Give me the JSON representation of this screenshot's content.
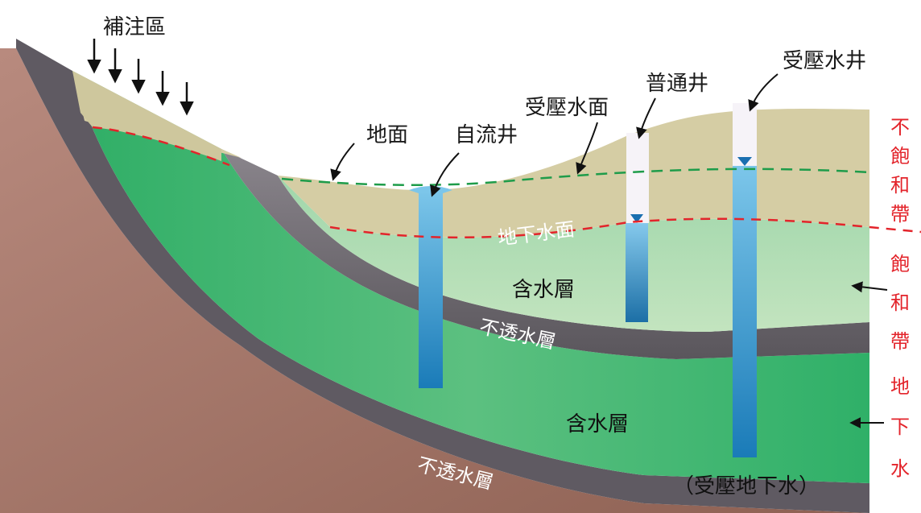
{
  "labels": {
    "recharge_zone": "補注區",
    "ground_surface": "地面",
    "flowing_well": "自流井",
    "piezometric_surface": "受壓水面",
    "ordinary_well": "普通井",
    "confined_well": "受壓水井",
    "water_table": "地下水面",
    "aquifer_upper": "含水層",
    "aquitard_upper": "不透水層",
    "aquifer_lower": "含水層",
    "aquitard_lower": "不透水層",
    "confined_groundwater": "（受壓地下水）"
  },
  "side_labels": {
    "unsaturated_zone": [
      "不",
      "飽",
      "和",
      "帶"
    ],
    "saturated_zone": [
      "飽",
      "和",
      "帶"
    ],
    "groundwater": [
      "地",
      "下",
      "水"
    ]
  },
  "colors": {
    "unsaturated_soil": "#d6cfa5",
    "aquifer_upper": "#a9d9b4",
    "aquifer_lower": "#3cb46e",
    "aquitard": "#6e6a70",
    "bedrock": "#a3776a",
    "well_water": "#2a90c8",
    "water_table_line": "#e3242b",
    "piezometric_line": "#1e9c4a",
    "side_text": "#e3242b"
  }
}
